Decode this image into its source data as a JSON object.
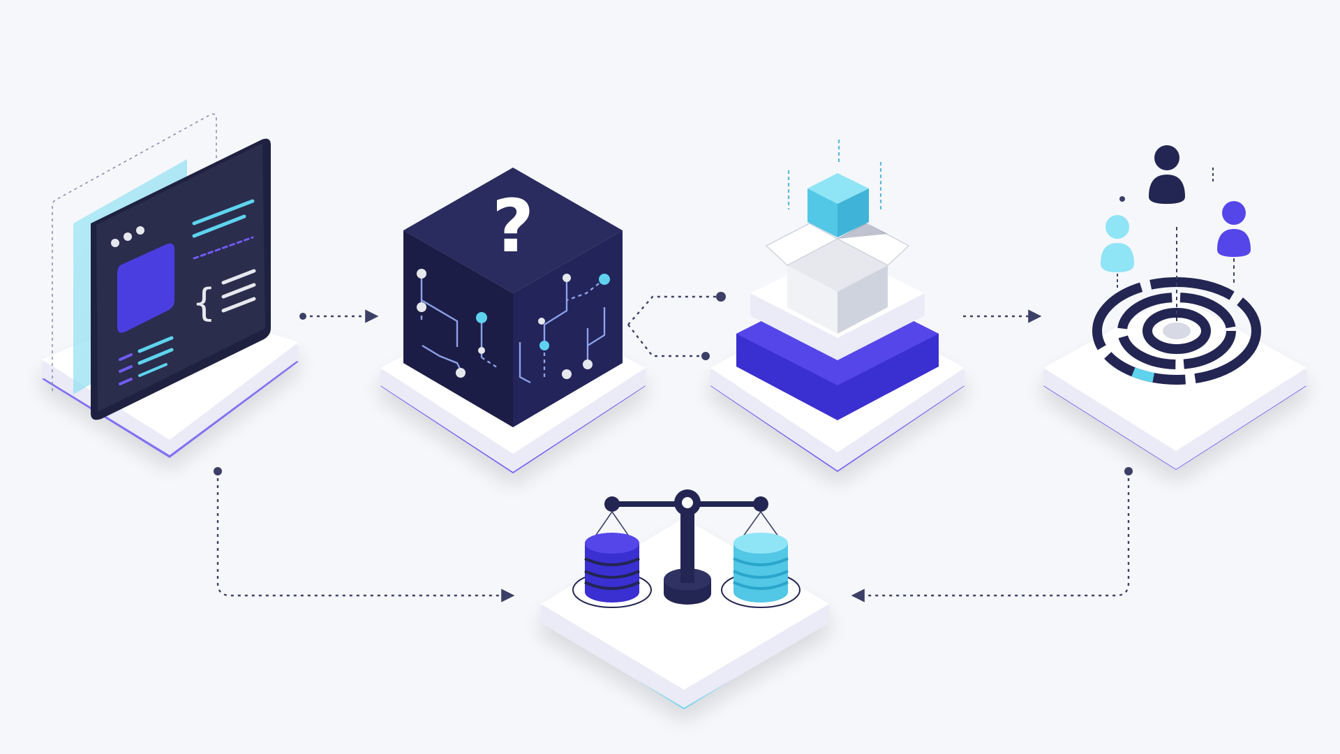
{
  "colors": {
    "background": "#f6f7fb",
    "platform_top": "#ffffff",
    "platform_side": "#ebeaf7",
    "platform_glow": "#6f5cf2",
    "platform_glow_cyan": "#5fd3ee",
    "navy": "#232552",
    "navy_dark": "#1a1b3d",
    "indigo": "#4b3ee0",
    "indigo_light": "#6f5cf2",
    "cyan": "#5fd3ee",
    "cyan_light": "#8fe4f5",
    "connector": "#3c3f66",
    "box_grey": "#e6e8ee"
  },
  "nodes": [
    {
      "id": "code-window",
      "icon": "code-window-icon"
    },
    {
      "id": "mystery-cube",
      "icon": "question-cube-icon",
      "glyph": "?"
    },
    {
      "id": "unboxing",
      "icon": "open-box-icon"
    },
    {
      "id": "targeting",
      "icon": "target-users-icon"
    },
    {
      "id": "balance",
      "icon": "balance-scale-icon"
    }
  ],
  "code_window": {
    "brace_glyph": "{"
  },
  "connectors": [
    {
      "from": "code-window",
      "to": "mystery-cube"
    },
    {
      "from": "mystery-cube",
      "to": "unboxing"
    },
    {
      "from": "unboxing",
      "to": "targeting"
    },
    {
      "from": "code-window",
      "to": "balance"
    },
    {
      "from": "targeting",
      "to": "balance"
    }
  ]
}
